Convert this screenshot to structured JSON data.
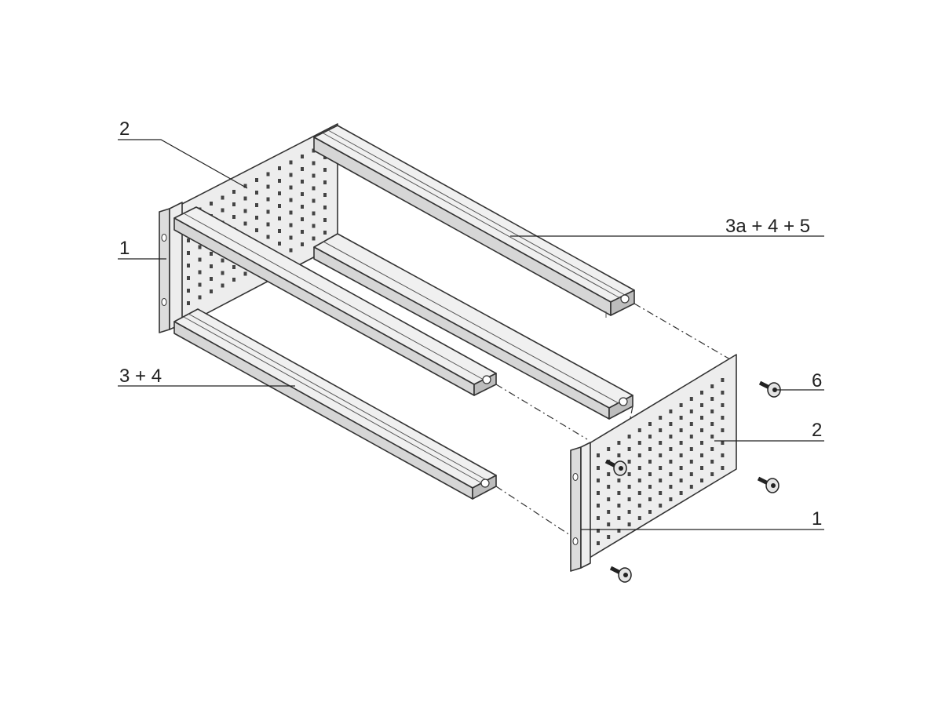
{
  "colors": {
    "panel_face": "#ededed",
    "panel_dark": "#d4d4d4",
    "rail_light": "#f0f0f0",
    "rail_mid": "#dadada",
    "rail_dark": "#bdbdbd",
    "line": "#333333"
  },
  "callouts": {
    "left_side_panel": "2",
    "left_flange": "1",
    "top_rear_rail": "3a + 4 + 5",
    "bottom_front_rail": "3 + 4",
    "screw": "6",
    "right_side_panel": "2",
    "right_flange": "1"
  },
  "icons": {
    "screw": "screw-icon"
  }
}
